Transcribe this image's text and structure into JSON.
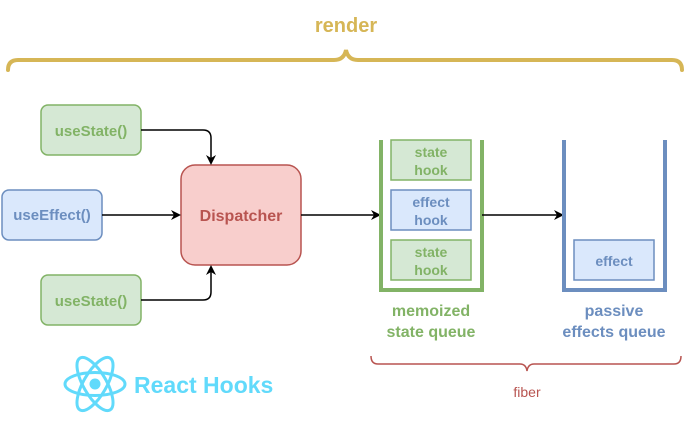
{
  "render_label": "render",
  "fiber_label": "fiber",
  "hooks": {
    "use_state_top": "useState()",
    "use_effect": "useEffect()",
    "use_state_bottom": "useState()"
  },
  "dispatcher_label": "Dispatcher",
  "state_queue": {
    "items": [
      {
        "line1": "state",
        "line2": "hook"
      },
      {
        "line1": "effect",
        "line2": "hook"
      },
      {
        "line1": "state",
        "line2": "hook"
      }
    ],
    "label_line1": "memoized",
    "label_line2": "state queue"
  },
  "effects_queue": {
    "item": "effect",
    "label_line1": "passive",
    "label_line2": "effects queue"
  },
  "logo": {
    "icon": "react-atom-icon",
    "text": "React Hooks"
  },
  "colors": {
    "yellow": "#d6b656",
    "green_fill": "#d5e8d4",
    "green_stroke": "#82b366",
    "blue_fill": "#dae8fc",
    "blue_stroke": "#6c8ebf",
    "red_fill": "#f8cecc",
    "red_stroke": "#b85450",
    "react_cyan": "#61dafb"
  }
}
